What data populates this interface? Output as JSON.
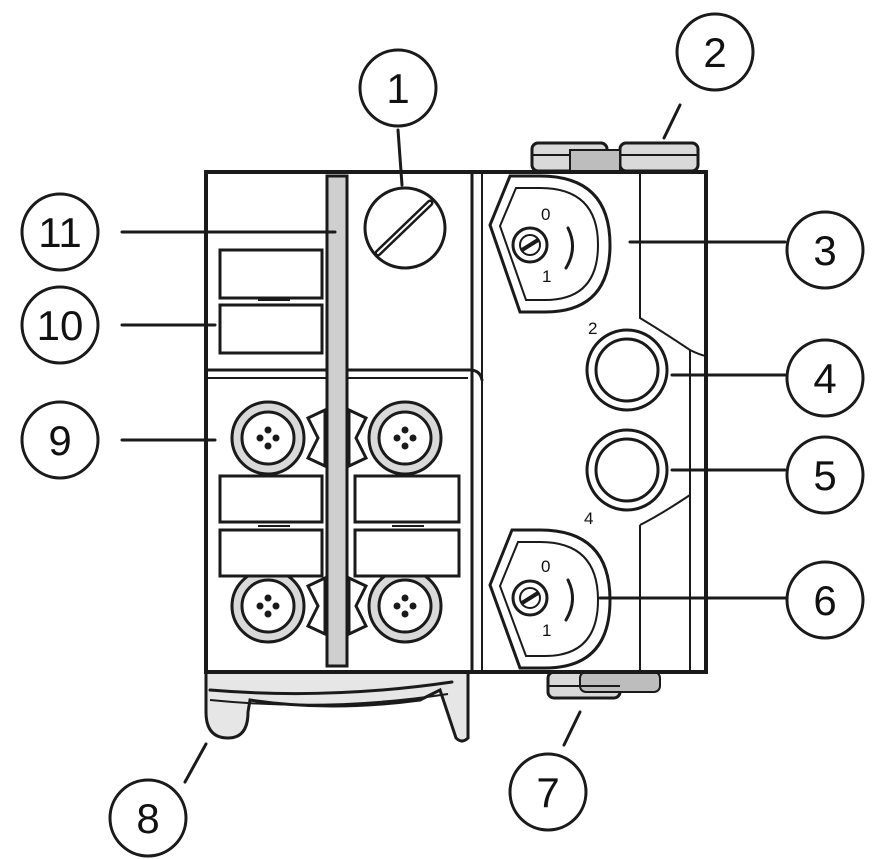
{
  "diagram": {
    "callouts": [
      {
        "id": "c1",
        "label": "1"
      },
      {
        "id": "c2",
        "label": "2"
      },
      {
        "id": "c3",
        "label": "3"
      },
      {
        "id": "c4",
        "label": "4"
      },
      {
        "id": "c5",
        "label": "5"
      },
      {
        "id": "c6",
        "label": "6"
      },
      {
        "id": "c7",
        "label": "7"
      },
      {
        "id": "c8",
        "label": "8"
      },
      {
        "id": "c9",
        "label": "9"
      },
      {
        "id": "c10",
        "label": "10"
      },
      {
        "id": "c11",
        "label": "11"
      }
    ],
    "port_labels": {
      "upper_port": "2",
      "lower_port": "4"
    },
    "switch_upper": {
      "pos0": "0",
      "pos1": "1"
    },
    "switch_lower": {
      "pos0": "0",
      "pos1": "1"
    }
  }
}
